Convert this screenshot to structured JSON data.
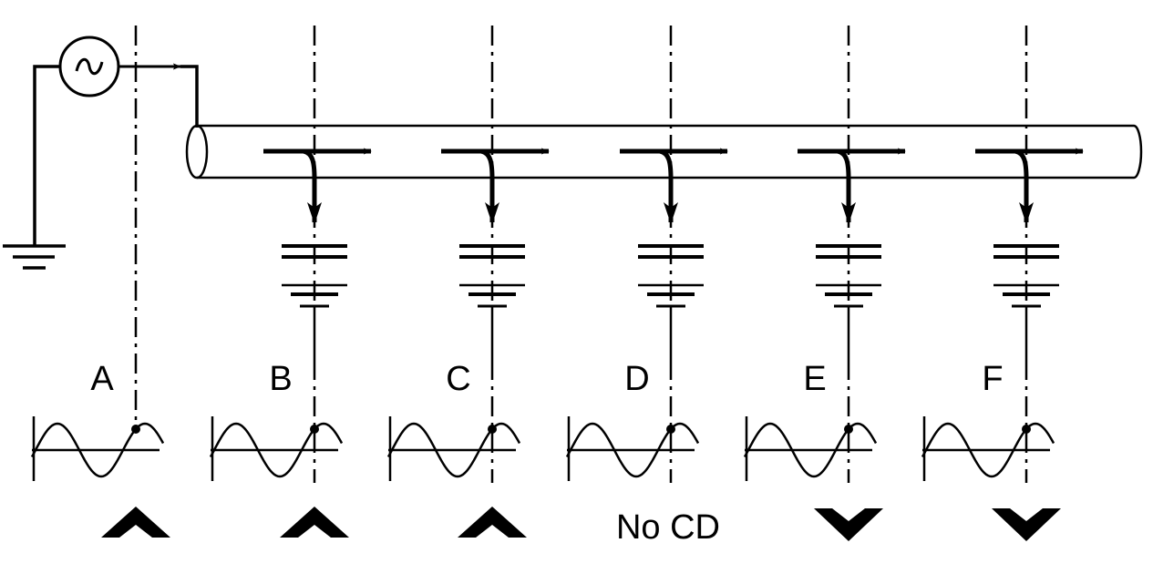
{
  "labels": {
    "a": "A",
    "b": "B",
    "c": "C",
    "d": "D",
    "e": "E",
    "f": "F",
    "no_cd": "No CD"
  },
  "phase_arrows": [
    "up",
    "up",
    "up",
    "none",
    "down",
    "down"
  ],
  "colors": {
    "line": "#000000",
    "background": "#ffffff"
  }
}
